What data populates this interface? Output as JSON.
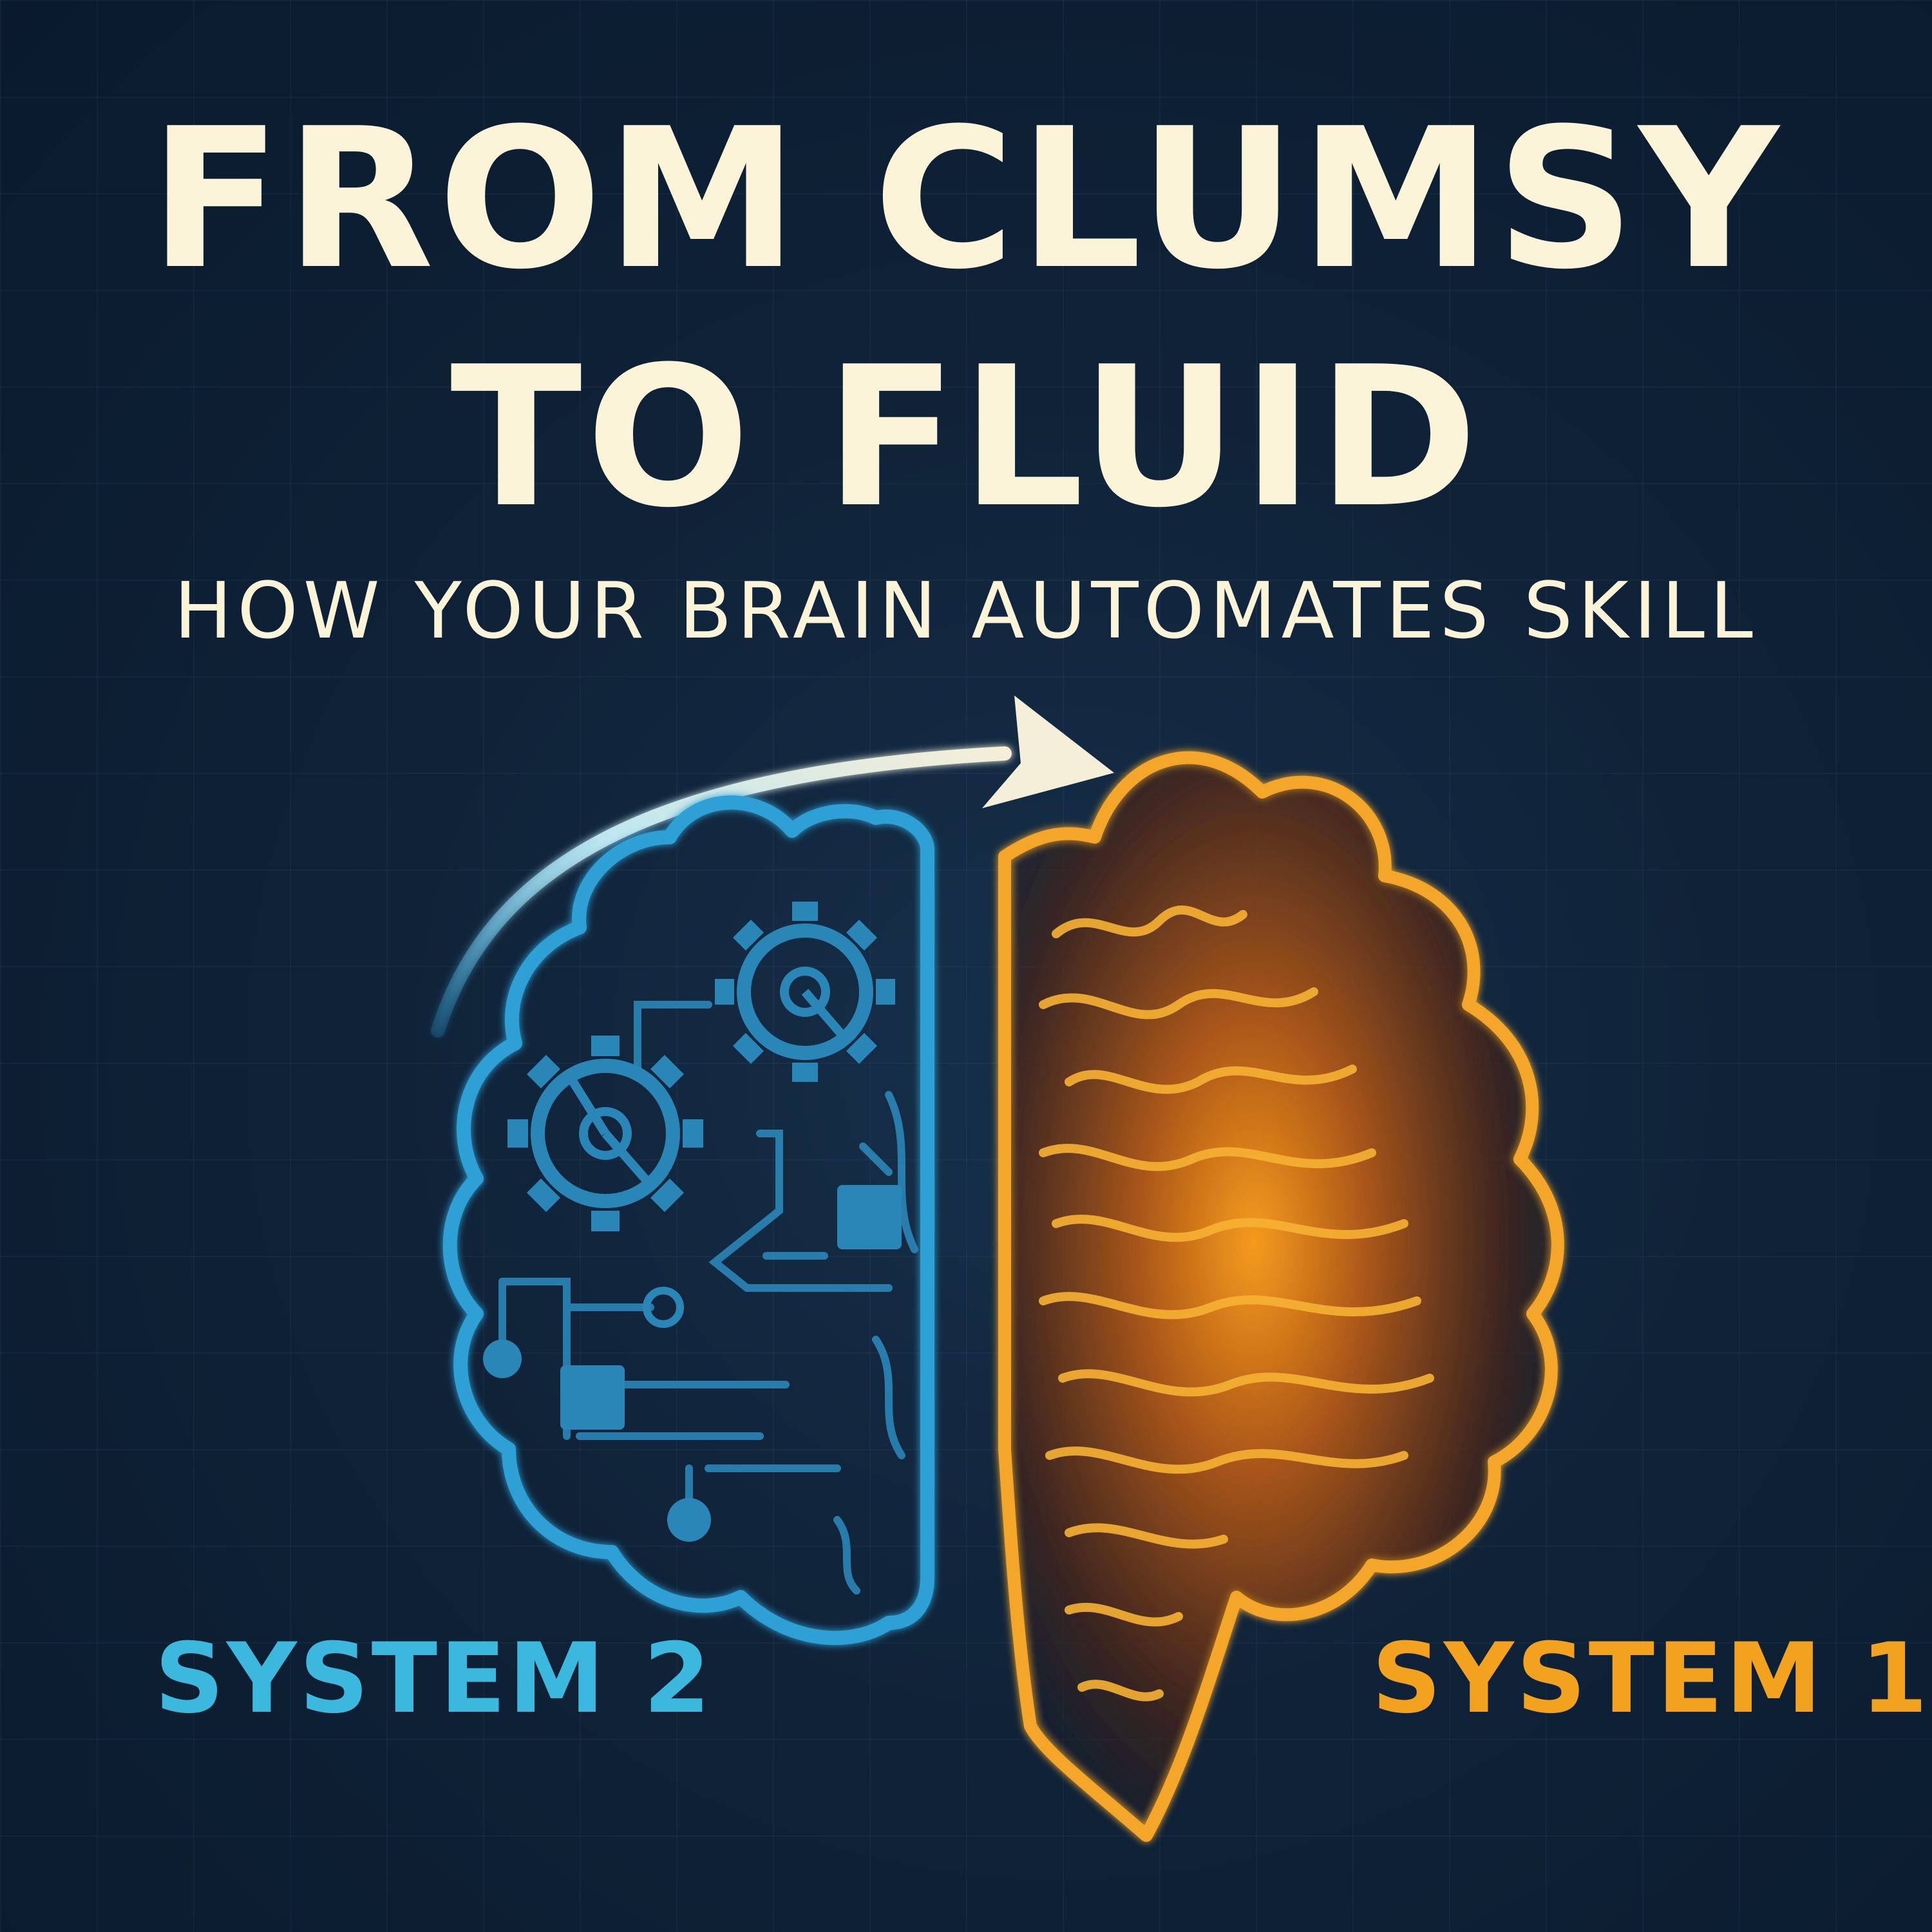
{
  "title": {
    "line1": "FROM CLUMSY",
    "line2": "TO FLUID"
  },
  "subtitle": "HOW YOUR BRAIN AUTOMATES SKILL",
  "labels": {
    "left": "SYSTEM 2",
    "right": "SYSTEM 1"
  },
  "colors": {
    "background": "#0f2238",
    "title": "#fbf4d8",
    "system2": "#2fa0d6",
    "system1": "#f4a62a",
    "arrow": "#f5eed8"
  },
  "icons": [
    "brain-icon",
    "gear-icon",
    "circuit-icon",
    "arrow-icon"
  ]
}
